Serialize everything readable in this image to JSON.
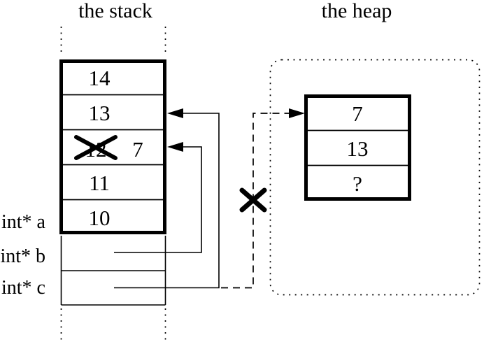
{
  "colors": {
    "background": "#ffffff",
    "ink": "#000000"
  },
  "stack": {
    "title": "the stack",
    "cells": [
      {
        "value": "14"
      },
      {
        "value": "13"
      },
      {
        "old_value": "12",
        "new_value": "7"
      },
      {
        "value": "11"
      },
      {
        "value": "10"
      }
    ],
    "labels": {
      "a": "int* a",
      "b": "int* b",
      "c": "int* c"
    }
  },
  "heap": {
    "title": "the heap",
    "cells": [
      {
        "value": "7"
      },
      {
        "value": "13"
      },
      {
        "value": "?"
      }
    ]
  }
}
